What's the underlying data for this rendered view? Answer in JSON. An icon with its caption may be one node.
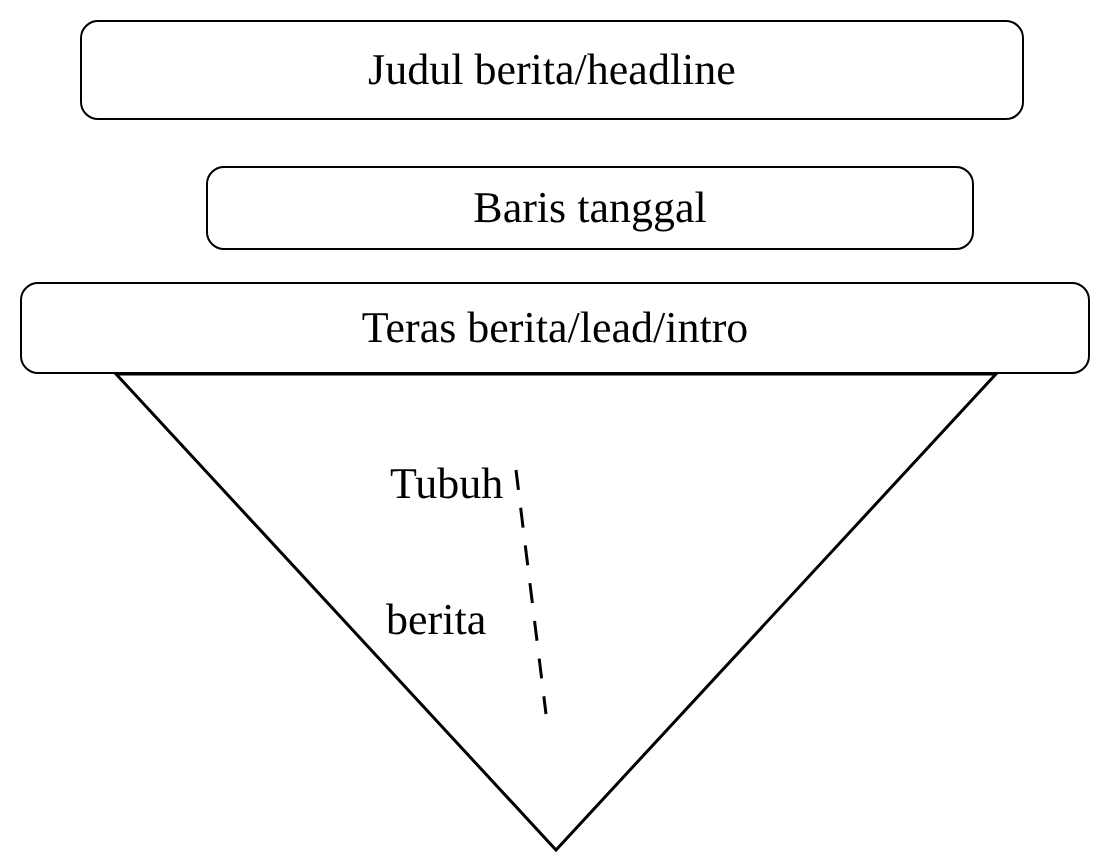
{
  "diagram": {
    "nodes": [
      {
        "text": [
          "Judul berita/headline"
        ]
      },
      {
        "text": [
          "Baris tanggal"
        ]
      },
      {
        "text": [
          "Teras berita/lead/intro"
        ]
      },
      {
        "text": [
          "Tubuh",
          "berita"
        ]
      }
    ]
  }
}
